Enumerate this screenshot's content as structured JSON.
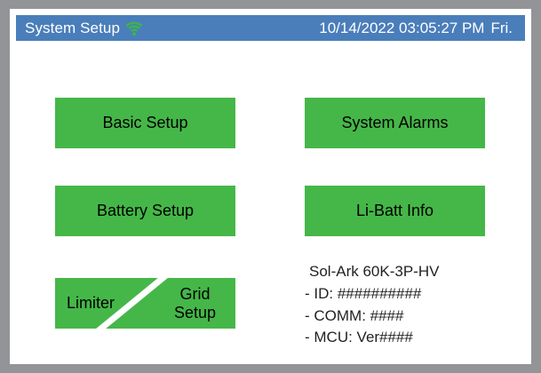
{
  "window": {
    "title": "System Setup",
    "wifi_icon": "wifi-icon",
    "datetime": "10/14/2022 03:05:27 PM",
    "day_of_week": "Fri."
  },
  "colors": {
    "titlebar_blue": "#4a7ebb",
    "button_green": "#45b748",
    "bezel_gray": "#929497",
    "screen_white": "#ffffff",
    "text_black": "#231f20",
    "wifi_green": "#3cb54a"
  },
  "buttons": {
    "basic_setup": "Basic Setup",
    "system_alarms": "System Alarms",
    "battery_setup": "Battery Setup",
    "li_batt_info": "Li-Batt Info",
    "limiter": "Limiter",
    "grid_setup_line1": "Grid",
    "grid_setup_line2": "Setup"
  },
  "device_info": {
    "model": "Sol-Ark 60K-3P-HV",
    "id": "- ID: ##########",
    "comm": "- COMM: ####",
    "mcu": "- MCU: Ver####"
  }
}
